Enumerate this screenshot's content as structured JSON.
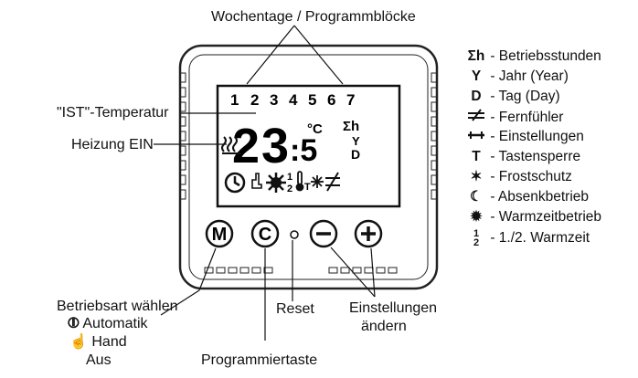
{
  "top_label": "Wochentage / Programmblöcke",
  "left_labels": {
    "ist_temperature": "\"IST\"-Temperatur",
    "heating_on": "Heizung EIN"
  },
  "display": {
    "days": [
      "1",
      "2",
      "3",
      "4",
      "5",
      "6",
      "7"
    ],
    "temp_main": "23",
    "temp_decimal": ":5",
    "unit": "°C",
    "sigma_h": "Σh",
    "y_letter": "Y",
    "d_letter": "D",
    "half": "1",
    "half2": "2",
    "t_letter": "T"
  },
  "buttons": {
    "m": "M",
    "c": "C",
    "minus": "−",
    "plus": "+"
  },
  "bottom_labels": {
    "mode_title": "Betriebsart wählen",
    "mode_auto": "Automatik",
    "mode_hand": "Hand",
    "mode_off": "Aus",
    "reset": "Reset",
    "settings_line1": "Einstellungen",
    "settings_line2": "ändern",
    "program_key": "Programmiertaste"
  },
  "legend": [
    {
      "icon": "sigma-h-icon",
      "symbol": "Σh",
      "text": "- Betriebsstunden"
    },
    {
      "icon": "year-icon",
      "symbol": "Y",
      "text": "- Jahr (Year)"
    },
    {
      "icon": "day-icon",
      "symbol": "D",
      "text": "- Tag (Day)"
    },
    {
      "icon": "remote-sensor-icon",
      "symbol": "",
      "text": "- Fernfühler"
    },
    {
      "icon": "settings-icon",
      "symbol": "",
      "text": "- Einstellungen"
    },
    {
      "icon": "key-lock-icon",
      "symbol": "T",
      "text": "- Tastensperre"
    },
    {
      "icon": "frost-icon",
      "symbol": "",
      "text": "- Frostschutz"
    },
    {
      "icon": "moon-icon",
      "symbol": "",
      "text": "- Absenkbetrieb"
    },
    {
      "icon": "sun-icon",
      "symbol": "",
      "text": "- Warmzeitbetrieb"
    },
    {
      "icon": "half-icon",
      "symbol": "",
      "text": "- 1./2. Warmzeit"
    }
  ]
}
